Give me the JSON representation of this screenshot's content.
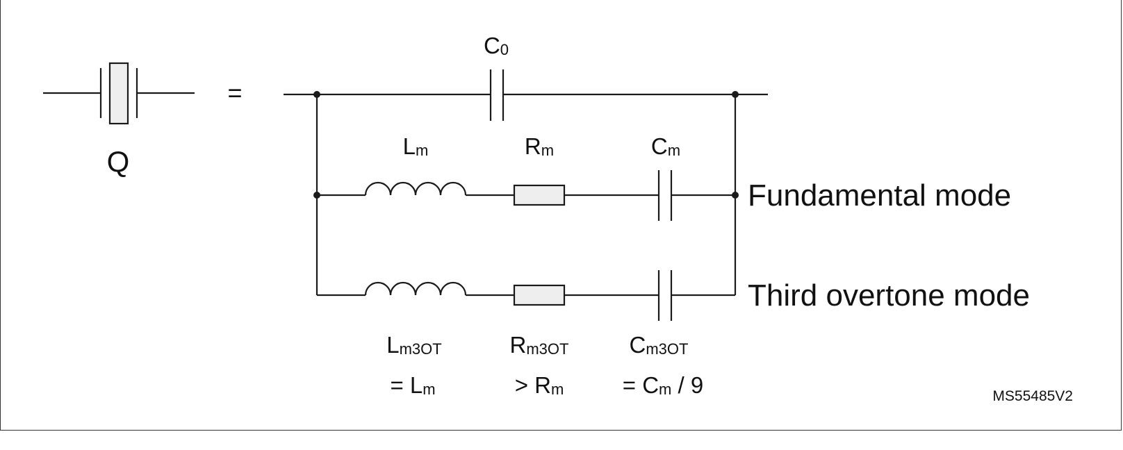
{
  "crystal": {
    "label": "Q"
  },
  "equals": "=",
  "top_branch": {
    "capacitor_label": {
      "main": "C",
      "sub": "0"
    }
  },
  "fundamental": {
    "inductor_label": {
      "main": "L",
      "sub": "m"
    },
    "resistor_label": {
      "main": "R",
      "sub": "m"
    },
    "capacitor_label": {
      "main": "C",
      "sub": "m"
    },
    "mode_label": "Fundamental mode"
  },
  "overtone": {
    "inductor_label": {
      "main": "L",
      "sub": "m3OT"
    },
    "resistor_label": {
      "main": "R",
      "sub": "m3OT"
    },
    "capacitor_label": {
      "main": "C",
      "sub": "m3OT"
    },
    "inductor_relation": {
      "prefix": "= L",
      "sub": "m",
      "suffix": ""
    },
    "resistor_relation": {
      "prefix": "> R",
      "sub": "m",
      "suffix": ""
    },
    "capacitor_relation": {
      "prefix": "= C",
      "sub": "m",
      "suffix": " / 9"
    },
    "mode_label": "Third overtone mode"
  },
  "figure_id": "MS55485V2",
  "colors": {
    "line": "#1a1a1a",
    "component_fill": "#eeeeee"
  }
}
